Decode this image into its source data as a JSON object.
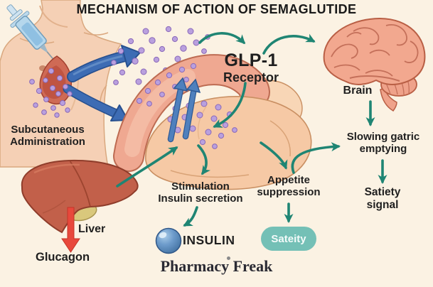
{
  "title": "MECHANISM OF ACTION OF SEMAGLUTIDE",
  "labels": {
    "subcutaneous_administration": {
      "line1": "Subcutaneous",
      "line2": "Administration"
    },
    "glp1_receptor": {
      "line1": "GLP-1",
      "line2": "Receptor"
    },
    "brain": "Brain",
    "slowing_gastric_emptying": {
      "line1": "Slowing gatric",
      "line2": "emptying"
    },
    "satiety_signal": {
      "line1": "Satiety",
      "line2": "signal"
    },
    "appetite_suppression": {
      "line1": "Appetite",
      "line2": "suppression"
    },
    "stimulation_insulin_secretion": {
      "line1": "Stimulation",
      "line2": "Insulin secretion"
    },
    "insulin": "INSULIN",
    "liver": "Liver",
    "glucagon": "Glucagon"
  },
  "badge": {
    "label": "Sateity"
  },
  "brand": {
    "name": "Pharmacy Freak"
  },
  "icons": {
    "syringe": "syringe-icon",
    "semaglutide_molecules": "purple-dot-cluster",
    "insulin_molecule": "blue-sphere-icon"
  },
  "colors": {
    "background": "#fbf2e3",
    "text": "#1f1f1f",
    "teal_arrow": "#1f8573",
    "blue_arrow": "#3d6cb4",
    "molecule_purple": "#b9a0de",
    "satiety_badge": "#74c0b6",
    "glucagon_arrow_red": "#e8483c",
    "insulin_sphere": "#5b8fc0",
    "organ_pink": "#efa891",
    "pancreas_tan": "#f6c9a5",
    "liver_red": "#c2604a",
    "brain_pink": "#f2a88f",
    "skin": "#f5d0b5"
  }
}
